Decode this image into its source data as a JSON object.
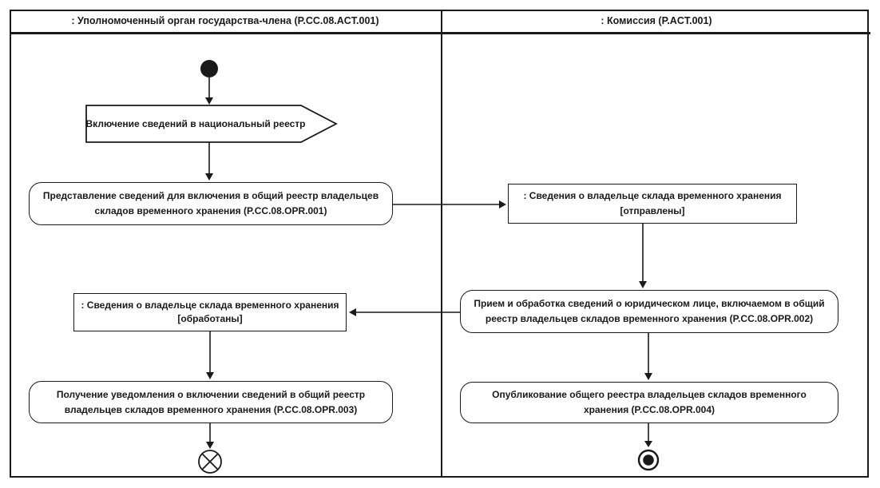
{
  "lanes": {
    "left": {
      "title": ": Уполномоченный орган государства-члена (P.CC.08.ACT.001)"
    },
    "right": {
      "title": ": Комиссия (P.ACT.001)"
    }
  },
  "nodes": {
    "signal": {
      "label": "Включение сведений в национальный реестр"
    },
    "opr001": {
      "label": "Представление сведений для включения в общий реестр владельцев складов временного хранения (P.CC.08.OPR.001)"
    },
    "object_sent": {
      "title": ": Сведения о владельце склада временного хранения",
      "state": "[отправлены]"
    },
    "opr002": {
      "label": "Прием и обработка сведений о юридическом лице, включаемом в общий реестр владельцев складов временного хранения (P.CC.08.OPR.002)"
    },
    "object_processed": {
      "title": ": Сведения о владельце склада временного хранения",
      "state": "[обработаны]"
    },
    "opr003": {
      "label": "Получение уведомления о включении сведений в общий реестр владельцев складов временного хранения (P.CC.08.OPR.003)"
    },
    "opr004": {
      "label": "Опубликование общего реестра владельцев складов временного хранения (P.CC.08.OPR.004)"
    }
  },
  "colors": {
    "ink": "#1a1a1a",
    "paper": "#ffffff"
  }
}
